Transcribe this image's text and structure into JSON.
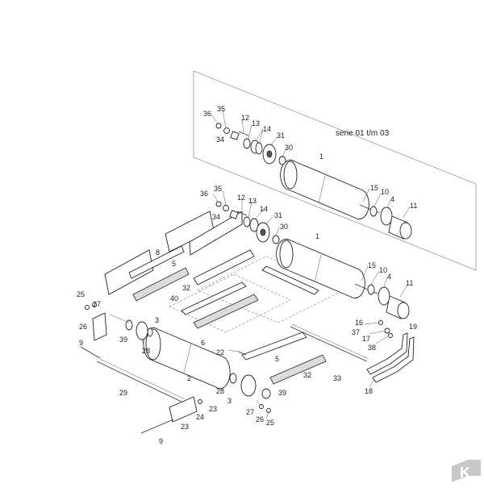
{
  "diagram": {
    "series_note": "serie 01 t/m 03",
    "brand_logo": "K",
    "callouts": [
      {
        "id": "c1",
        "text": "36"
      },
      {
        "id": "c2",
        "text": "35"
      },
      {
        "id": "c3",
        "text": "12"
      },
      {
        "id": "c4",
        "text": "13"
      },
      {
        "id": "c5",
        "text": "14"
      },
      {
        "id": "c6",
        "text": "34"
      },
      {
        "id": "c7",
        "text": "31"
      },
      {
        "id": "c8",
        "text": "30"
      },
      {
        "id": "c9",
        "text": "1"
      },
      {
        "id": "c10",
        "text": "15"
      },
      {
        "id": "c11",
        "text": "10"
      },
      {
        "id": "c12",
        "text": "4"
      },
      {
        "id": "c13",
        "text": "11"
      },
      {
        "id": "c14",
        "text": "36"
      },
      {
        "id": "c15",
        "text": "35"
      },
      {
        "id": "c16",
        "text": "12"
      },
      {
        "id": "c17",
        "text": "13"
      },
      {
        "id": "c18",
        "text": "14"
      },
      {
        "id": "c19",
        "text": "34"
      },
      {
        "id": "c20",
        "text": "31"
      },
      {
        "id": "c21",
        "text": "30"
      },
      {
        "id": "c22",
        "text": "1"
      },
      {
        "id": "c23",
        "text": "15"
      },
      {
        "id": "c24",
        "text": "10"
      },
      {
        "id": "c25",
        "text": "4"
      },
      {
        "id": "c26",
        "text": "11"
      },
      {
        "id": "c27",
        "text": "8"
      },
      {
        "id": "c28",
        "text": "5"
      },
      {
        "id": "c29",
        "text": "32"
      },
      {
        "id": "c30",
        "text": "40"
      },
      {
        "id": "c31",
        "text": "25"
      },
      {
        "id": "c32",
        "text": "27"
      },
      {
        "id": "c33",
        "text": "26"
      },
      {
        "id": "c34",
        "text": "3"
      },
      {
        "id": "c35",
        "text": "39"
      },
      {
        "id": "c36",
        "text": "28"
      },
      {
        "id": "c37",
        "text": "9"
      },
      {
        "id": "c38",
        "text": "6"
      },
      {
        "id": "c39",
        "text": "22"
      },
      {
        "id": "c40",
        "text": "5"
      },
      {
        "id": "c41",
        "text": "2"
      },
      {
        "id": "c42",
        "text": "32"
      },
      {
        "id": "c43",
        "text": "33"
      },
      {
        "id": "c44",
        "text": "16"
      },
      {
        "id": "c45",
        "text": "17"
      },
      {
        "id": "c46",
        "text": "37"
      },
      {
        "id": "c47",
        "text": "38"
      },
      {
        "id": "c48",
        "text": "19"
      },
      {
        "id": "c49",
        "text": "18"
      },
      {
        "id": "c50",
        "text": "29"
      },
      {
        "id": "c51",
        "text": "28"
      },
      {
        "id": "c52",
        "text": "3"
      },
      {
        "id": "c53",
        "text": "39"
      },
      {
        "id": "c54",
        "text": "27"
      },
      {
        "id": "c55",
        "text": "26"
      },
      {
        "id": "c56",
        "text": "25"
      },
      {
        "id": "c57",
        "text": "24"
      },
      {
        "id": "c58",
        "text": "23"
      },
      {
        "id": "c59",
        "text": "23"
      },
      {
        "id": "c60",
        "text": "9"
      }
    ]
  }
}
